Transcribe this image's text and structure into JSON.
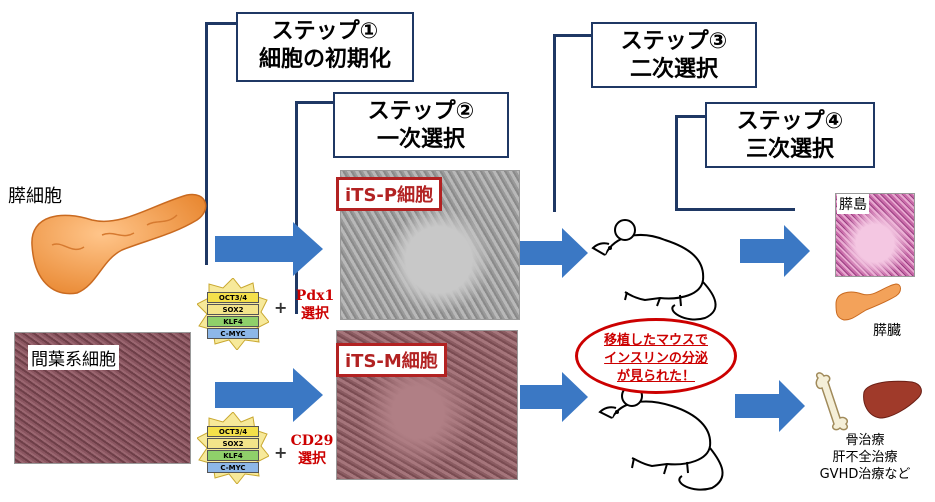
{
  "steps": [
    {
      "title": "ステップ①",
      "sub": "細胞の初期化"
    },
    {
      "title": "ステップ②",
      "sub": "一次選択"
    },
    {
      "title": "ステップ③",
      "sub": "二次選択"
    },
    {
      "title": "ステップ④",
      "sub": "三次選択"
    }
  ],
  "sources": {
    "pancreas_label": "膵細胞",
    "mesenchymal_label": "間葉系細胞"
  },
  "factors": [
    "OCT3/4",
    "SOX2",
    "KLF4",
    "C-MYC"
  ],
  "selection": {
    "top_marker": "Pdx1",
    "top_action": "選択",
    "bottom_marker": "CD29",
    "bottom_action": "選択",
    "plus": "+"
  },
  "cells": {
    "top": "iTS-P細胞",
    "bottom": "iTS-M細胞"
  },
  "callout": {
    "line1": "移植したマウスで",
    "line2": "インスリンの分泌",
    "line3": "が見られた！"
  },
  "outcomes": {
    "islet": "膵島",
    "pancreas": "膵臓",
    "therapy1": "骨治療",
    "therapy2": "肝不全治療",
    "therapy3": "GVHD治療など"
  },
  "colors": {
    "arrow": "#3b78c4",
    "border_navy": "#1f3864",
    "label_red": "#b22222"
  }
}
